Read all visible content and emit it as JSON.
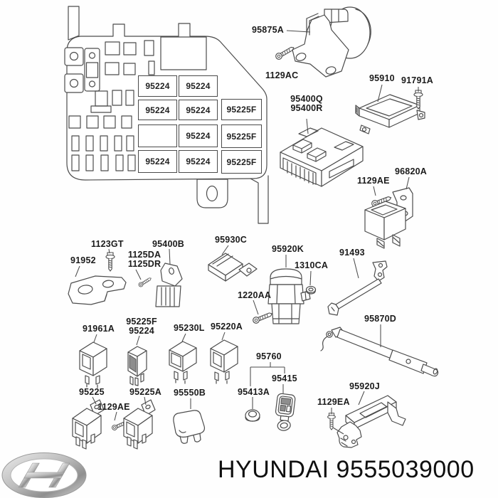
{
  "fuse_box": {
    "cells": {
      "r1c1": "95224",
      "r1c2": "95224",
      "r2c1": "95224",
      "r2c2": "95224",
      "r2c3": "95225F",
      "r3c2": "95224",
      "r3c3": "95225F",
      "r4c1": "95224",
      "r4c2": "95224",
      "r4c3": "95225F"
    }
  },
  "callouts": {
    "95875A": "95875A",
    "1129AC": "1129AC",
    "95910": "95910",
    "91791A": "91791A",
    "95400Q": "95400Q",
    "95400R": "95400R",
    "1129AE_top": "1129AE",
    "96820A": "96820A",
    "1123GT": "1123GT",
    "91952": "91952",
    "1125DA": "1125DA",
    "1125DR": "1125DR",
    "95400B": "95400B",
    "95930C": "95930C",
    "95920K": "95920K",
    "1310CA": "1310CA",
    "91493": "91493",
    "1220AA": "1220AA",
    "95870D": "95870D",
    "91961A": "91961A",
    "95225F": "95225F",
    "95224": "95224",
    "95230L": "95230L",
    "95220A": "95220A",
    "95225": "95225",
    "1129AE_bottom": "1129AE",
    "95225A": "95225A",
    "95550B": "95550B",
    "95760": "95760",
    "95415": "95415",
    "95413A": "95413A",
    "1129EA": "1129EA",
    "95920J": "95920J"
  },
  "footer": {
    "brand": "HYUNDAI",
    "part_number": "9555039000",
    "logo_icon": "hyundai-oval-h"
  }
}
